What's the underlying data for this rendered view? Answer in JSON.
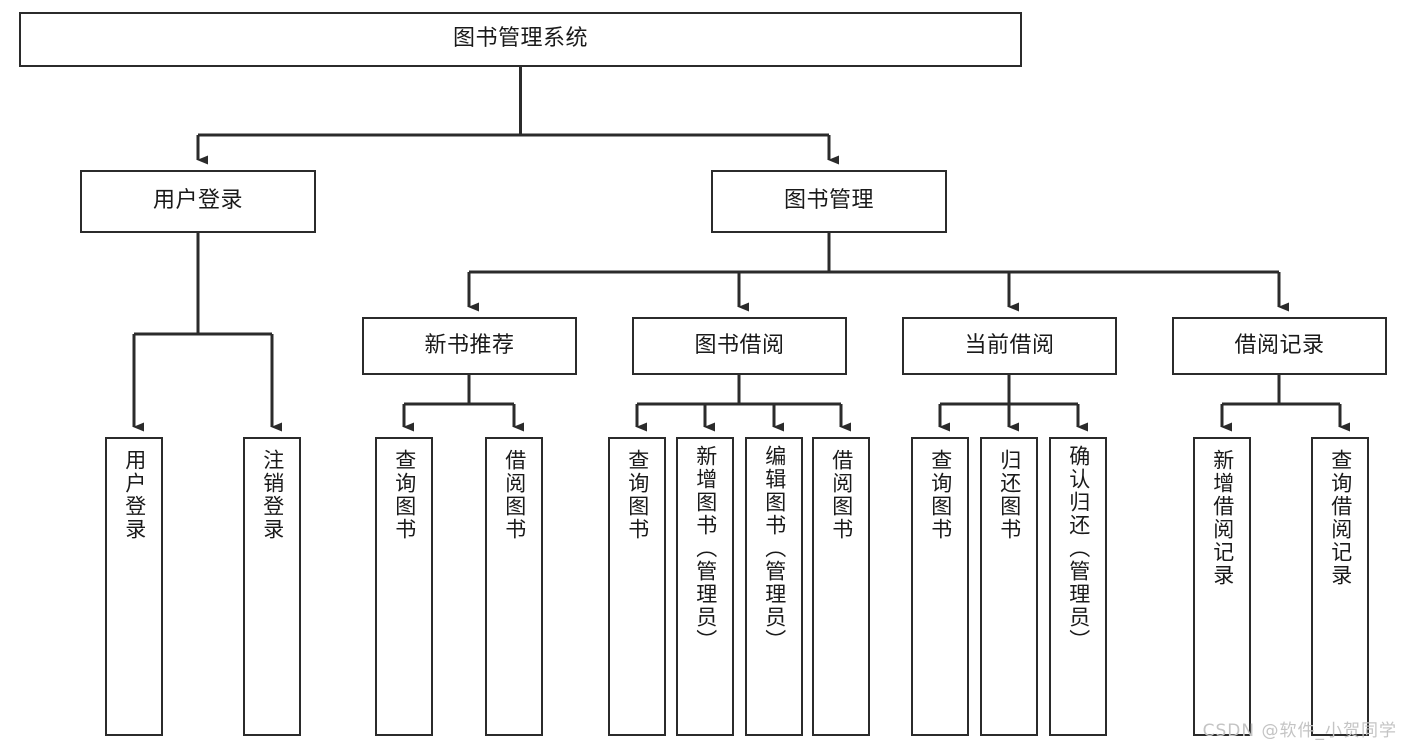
{
  "diagram": {
    "type": "tree-hierarchy",
    "title": "图书管理系统",
    "watermark": "CSDN @软件_小贺同学",
    "colors": {
      "box_border": "#2b2b2b",
      "box_fill": "#ffffff",
      "edge": "#2b2b2b",
      "text": "#1a1a1a",
      "watermark": "#c4c4c4",
      "background": "#ffffff"
    },
    "root": {
      "label": "图书管理系统"
    },
    "level2": [
      {
        "id": "user-login",
        "label": "用户登录"
      },
      {
        "id": "book-manage",
        "label": "图书管理"
      }
    ],
    "level3": [
      {
        "id": "new-book-recommend",
        "label": "新书推荐"
      },
      {
        "id": "book-borrow",
        "label": "图书借阅"
      },
      {
        "id": "current-borrow",
        "label": "当前借阅"
      },
      {
        "id": "borrow-record",
        "label": "借阅记录"
      }
    ],
    "leaves": [
      {
        "id": "leaf-user-login",
        "label": "用户登录",
        "parent": "user-login"
      },
      {
        "id": "leaf-user-logout",
        "label": "注销登录",
        "parent": "user-login"
      },
      {
        "id": "leaf-query-book-1",
        "label": "查询图书",
        "parent": "new-book-recommend"
      },
      {
        "id": "leaf-borrow-book-1",
        "label": "借阅图书",
        "parent": "new-book-recommend"
      },
      {
        "id": "leaf-query-book-2",
        "label": "查询图书",
        "parent": "book-borrow"
      },
      {
        "id": "leaf-add-book",
        "label": "新增图书（管理员）",
        "parent": "book-borrow"
      },
      {
        "id": "leaf-edit-book",
        "label": "编辑图书（管理员）",
        "parent": "book-borrow"
      },
      {
        "id": "leaf-borrow-book-2",
        "label": "借阅图书",
        "parent": "book-borrow"
      },
      {
        "id": "leaf-query-book-3",
        "label": "查询图书",
        "parent": "current-borrow"
      },
      {
        "id": "leaf-return-book",
        "label": "归还图书",
        "parent": "current-borrow"
      },
      {
        "id": "leaf-confirm-return",
        "label": "确认归还（管理员）",
        "parent": "current-borrow"
      },
      {
        "id": "leaf-add-record",
        "label": "新增借阅记录",
        "parent": "borrow-record"
      },
      {
        "id": "leaf-query-record",
        "label": "查询借阅记录",
        "parent": "borrow-record"
      }
    ]
  }
}
